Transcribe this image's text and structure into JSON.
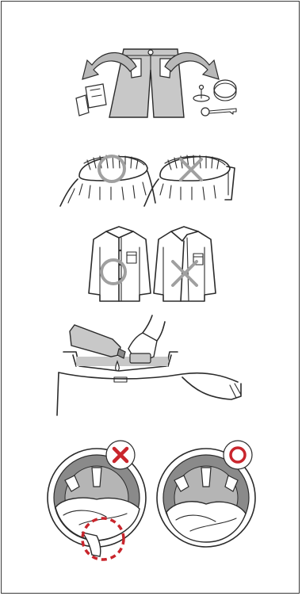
{
  "figures": [
    {
      "id": "empty-pockets",
      "icon": "trousers-pockets-icon"
    },
    {
      "id": "fasten-waistband",
      "icon": "waistband-correct-incorrect-icon"
    },
    {
      "id": "button-shirts",
      "icon": "shirt-correct-incorrect-icon"
    },
    {
      "id": "pretreat-stains",
      "icon": "pretreat-collar-icon"
    },
    {
      "id": "drum-loading",
      "icon": "drum-correct-incorrect-icon"
    }
  ],
  "colors": {
    "outline": "#2b2b2b",
    "marker_grey": "#a0a0a0",
    "cross_red": "#c9252c",
    "garment_grey": "#c8c8c8",
    "drum_grey": "#8a8a8a"
  }
}
